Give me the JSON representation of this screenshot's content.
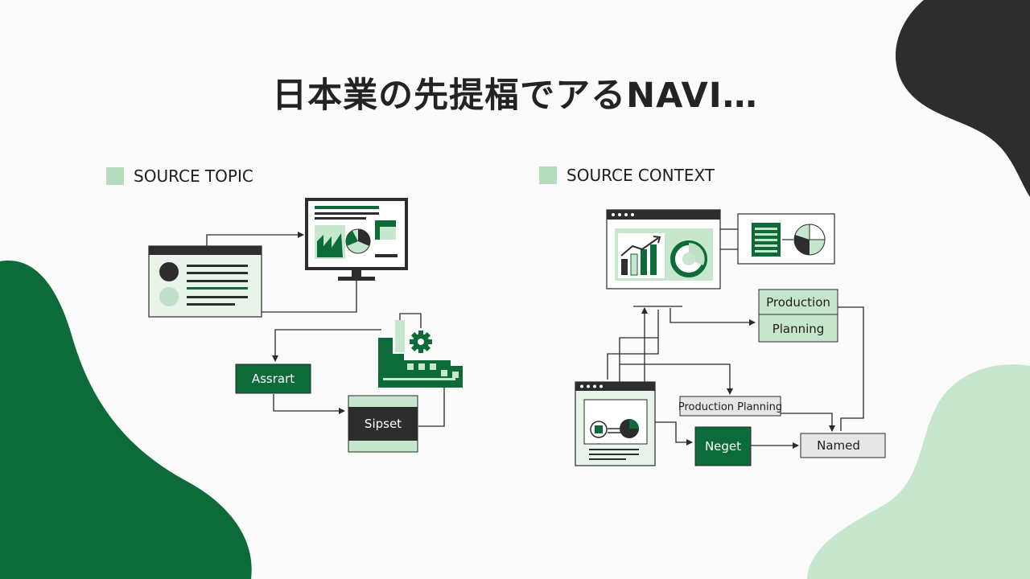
{
  "title": "日本業の先提楅でアるNAVI…",
  "sections": {
    "topic": {
      "label": "SOURCE TOPIC"
    },
    "context": {
      "label": "SOURCE CONTEXT"
    }
  },
  "nodes": {
    "assrart": "Assrart",
    "sipset": "Sipset",
    "production": "Production",
    "planning": "Planning",
    "production_planning": "Production Planning",
    "neget": "Neget",
    "named": "Named"
  },
  "colors": {
    "dark_green": "#0d6b3a",
    "light_green": "#c6e6cd",
    "charcoal": "#2d2d2d",
    "background": "#fbfbfb"
  }
}
